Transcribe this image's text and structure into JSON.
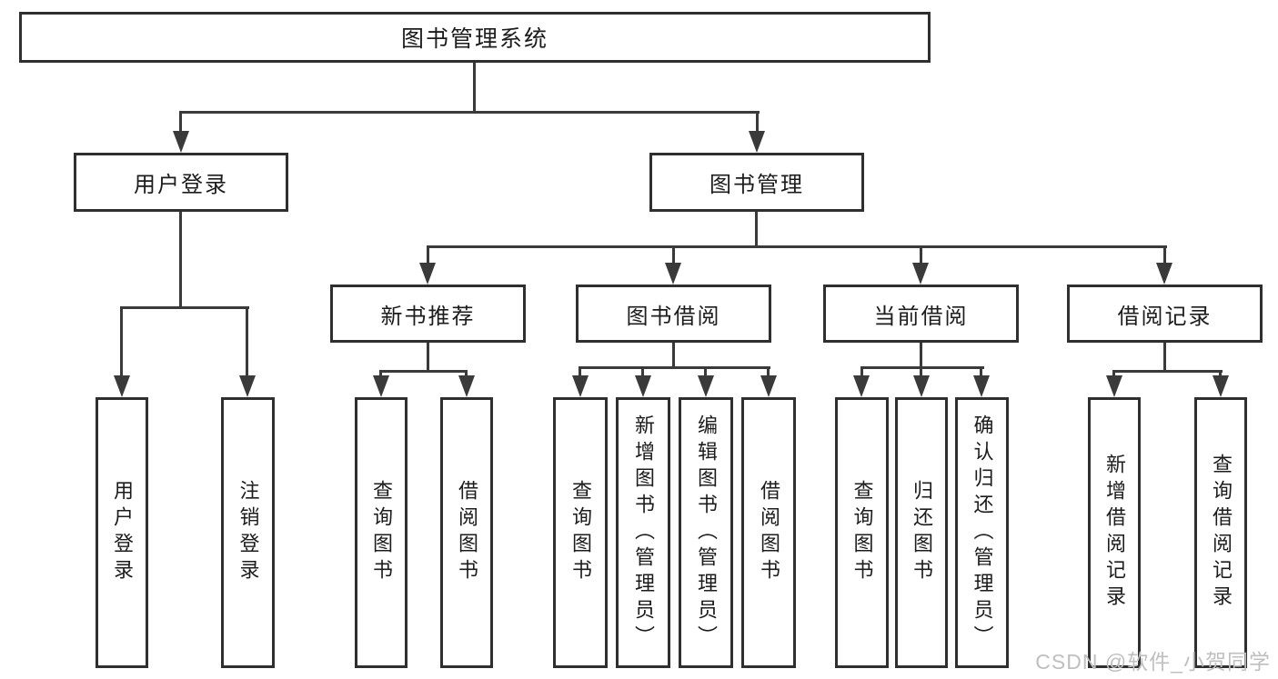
{
  "tree": {
    "root": "图书管理系统",
    "branches": [
      {
        "label": "用户登录",
        "leaves": [
          "用户登录",
          "注销登录"
        ]
      },
      {
        "label": "图书管理",
        "groups": [
          {
            "label": "新书推荐",
            "leaves": [
              "查询图书",
              "借阅图书"
            ]
          },
          {
            "label": "图书借阅",
            "leaves": [
              "查询图书",
              "新增图书（管理员）",
              "编辑图书（管理员）",
              "借阅图书"
            ]
          },
          {
            "label": "当前借阅",
            "leaves": [
              "查询图书",
              "归还图书",
              "确认归还（管理员）"
            ]
          },
          {
            "label": "借阅记录",
            "leaves": [
              "新增借阅记录",
              "查询借阅记录"
            ]
          }
        ]
      }
    ]
  },
  "watermark": "CSDN @软件_小贺同学",
  "colors": {
    "line": "#3a3a3a",
    "border": "#2f2f2f",
    "text": "#1c1c1c",
    "watermark": "#bfbfbf"
  }
}
